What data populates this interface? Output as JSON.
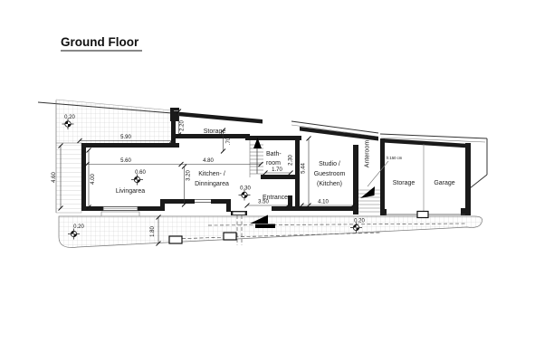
{
  "title": "Ground Floor",
  "rooms": {
    "storage_top": "Storage",
    "bathroom1": "Bath-",
    "bathroom2": "room",
    "kitchen1": "Kitchen- /",
    "kitchen2": "Dinningarea",
    "living": "Livingarea",
    "entrance": "Entrance",
    "studio1": "Studio /",
    "studio2": "Guestroom",
    "studio3": "(Kitchen)",
    "anteroom": "Anteroom",
    "storage_right": "Storage",
    "garage": "Garage"
  },
  "dims": {
    "d590": "5.90",
    "d220": "2.20",
    "d070": ".70",
    "d560": "5.60",
    "d480": "4.80",
    "d460": "4.60",
    "d400": "4.00",
    "d320": "3.20",
    "d170": "1.70",
    "d230": "2.30",
    "d544": "5.44",
    "d350": "3.50",
    "d410": "4.10",
    "d180": "1.80"
  },
  "markers": {
    "top_left": "0.20",
    "living": "0.60",
    "entrance": "0.30",
    "bottom_left": "0.20",
    "bottom_right": "0.20"
  },
  "annotations": {
    "height_note": "h:150 cm"
  },
  "colors": {
    "wall": "#1a1a1a",
    "line": "#444444",
    "hatch": "#c8c8c8",
    "background": "#ffffff"
  }
}
